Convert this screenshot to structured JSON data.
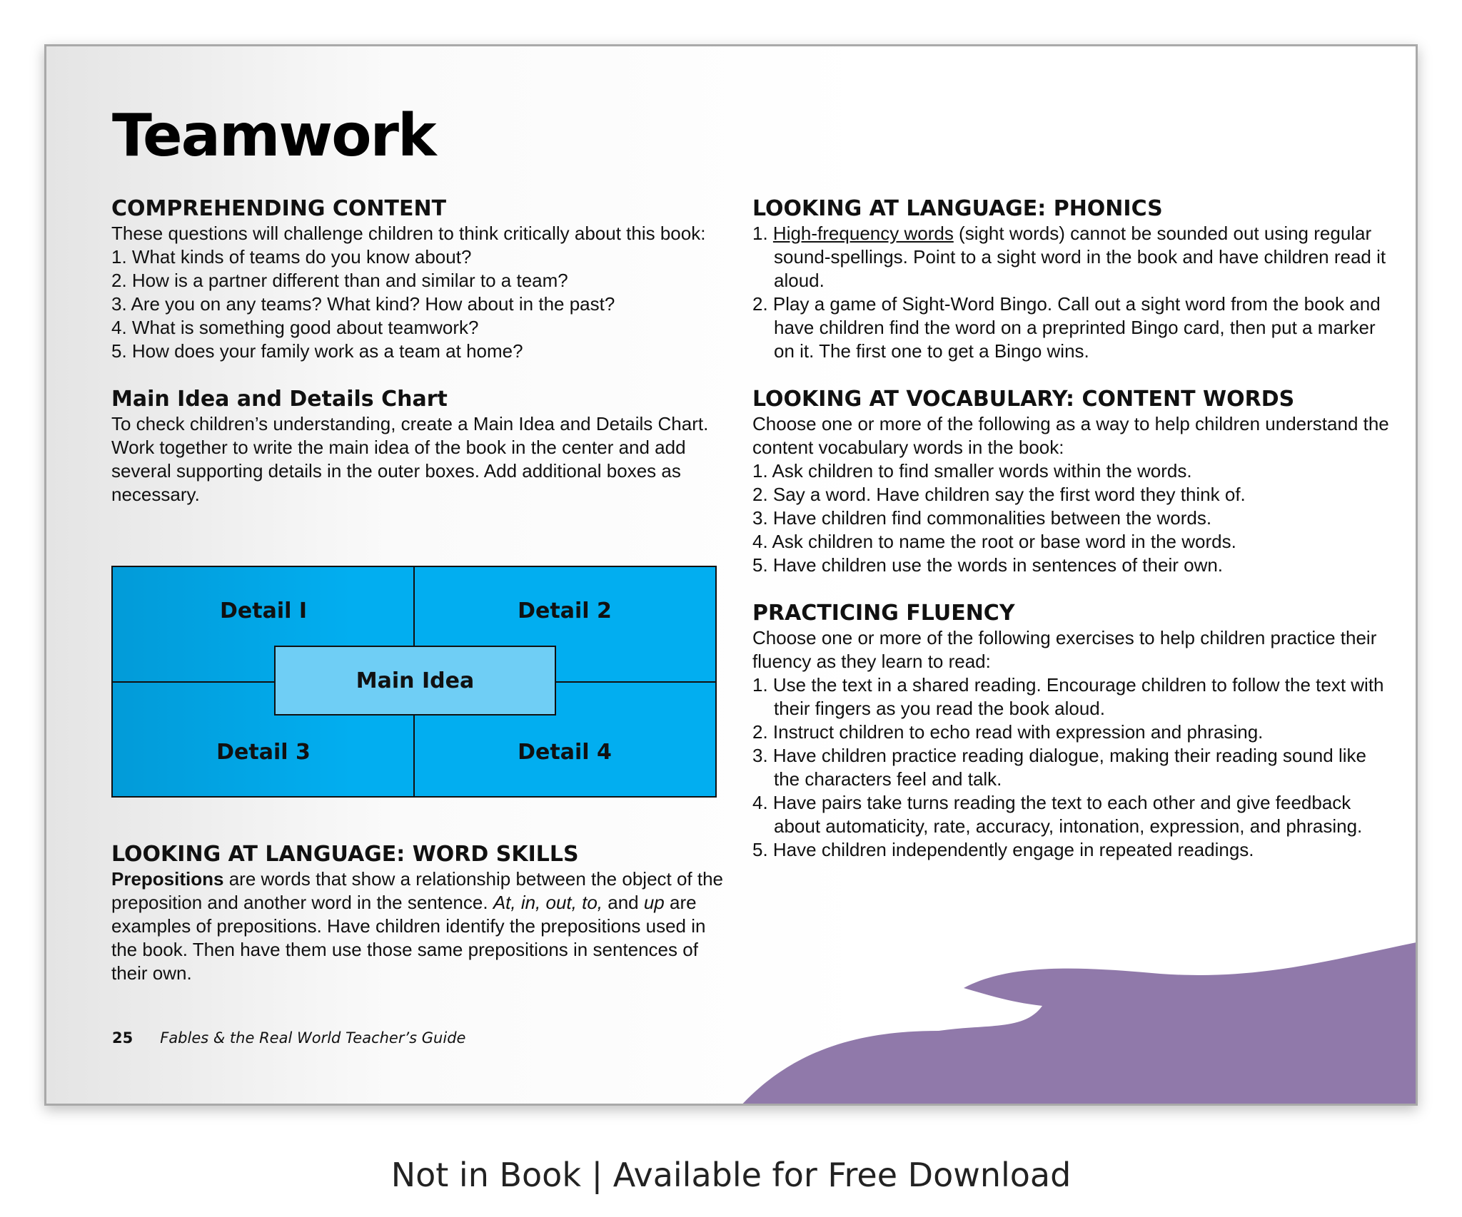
{
  "title": "Teamwork",
  "comprehending": {
    "heading": "COMPREHENDING CONTENT",
    "intro": "These questions will challenge children to think critically about this book:",
    "items": [
      "1. What kinds of teams do you know about?",
      "2. How is a partner different than and similar to a team?",
      "3. Are you on any teams? What kind? How about in the past?",
      "4. What is something good about teamwork?",
      "5. How does your family work as a team at home?"
    ]
  },
  "main_idea": {
    "heading": "Main Idea and Details Chart",
    "text": "To check children’s understanding, create a Main Idea and Details Chart. Work together to write the main idea of the book in the center and add several supporting details in the outer boxes. Add additional boxes as necessary."
  },
  "chart": {
    "detail1": "Detail I",
    "detail2": "Detail 2",
    "detail3": "Detail 3",
    "detail4": "Detail 4",
    "main": "Main Idea",
    "colors": {
      "outer": "#02aef0",
      "center": "#6fcef5"
    }
  },
  "word_skills": {
    "heading": "LOOKING AT LANGUAGE: WORD SKILLS",
    "bold": "Prepositions",
    "text1": " are words that show a relationship between the object of the preposition and another word in the sentence. ",
    "italic1": "At, in, out, to,",
    "text2": " and ",
    "italic2": "up",
    "text3": " are examples of prepositions. Have children identify the prepositions used in the book. Then have them use those same prepositions in sentences of their own."
  },
  "phonics": {
    "heading": "LOOKING AT LANGUAGE: PHONICS",
    "item1_num": "1. ",
    "item1_link": "High-frequency words",
    "item1_rest": " (sight words) cannot be sounded out using regular sound-spellings. Point to a sight word in the book and have children read it aloud.",
    "item2": "2. Play a game of Sight-Word Bingo. Call out a sight word from the book and have children find the word on a preprinted Bingo card, then put a marker on it. The first one to get a Bingo wins."
  },
  "vocabulary": {
    "heading": "LOOKING AT VOCABULARY: CONTENT WORDS",
    "intro": "Choose one or more of the following as a way to help children understand the content vocabulary words in the book:",
    "items": [
      "1. Ask children to find smaller words within the words.",
      "2. Say a word. Have children say the first word they think of.",
      "3. Have children find commonalities between the words.",
      "4. Ask children to name the root or base word in the words.",
      "5. Have children use the words in sentences of their own."
    ]
  },
  "fluency": {
    "heading": "PRACTICING FLUENCY",
    "intro": "Choose one or more of the following exercises to help children practice their fluency as they learn to read:",
    "items": [
      "1. Use the text in a shared reading. Encourage children to follow the text with their fingers as you read the book aloud.",
      "2. Instruct children to echo read with expression and phrasing.",
      "3. Have children practice reading dialogue, making their reading sound like the characters feel and talk.",
      "4. Have pairs take turns reading the text to each other and give feedback about automaticity, rate, accuracy, intonation, expression, and phrasing.",
      "5. Have children independently engage in repeated readings."
    ]
  },
  "footer": {
    "page_number": "25",
    "guide": "Fables & the Real World Teacher’s Guide"
  },
  "note": "Not in Book | Available for Free Download",
  "colors": {
    "wave": "#9079aa"
  }
}
